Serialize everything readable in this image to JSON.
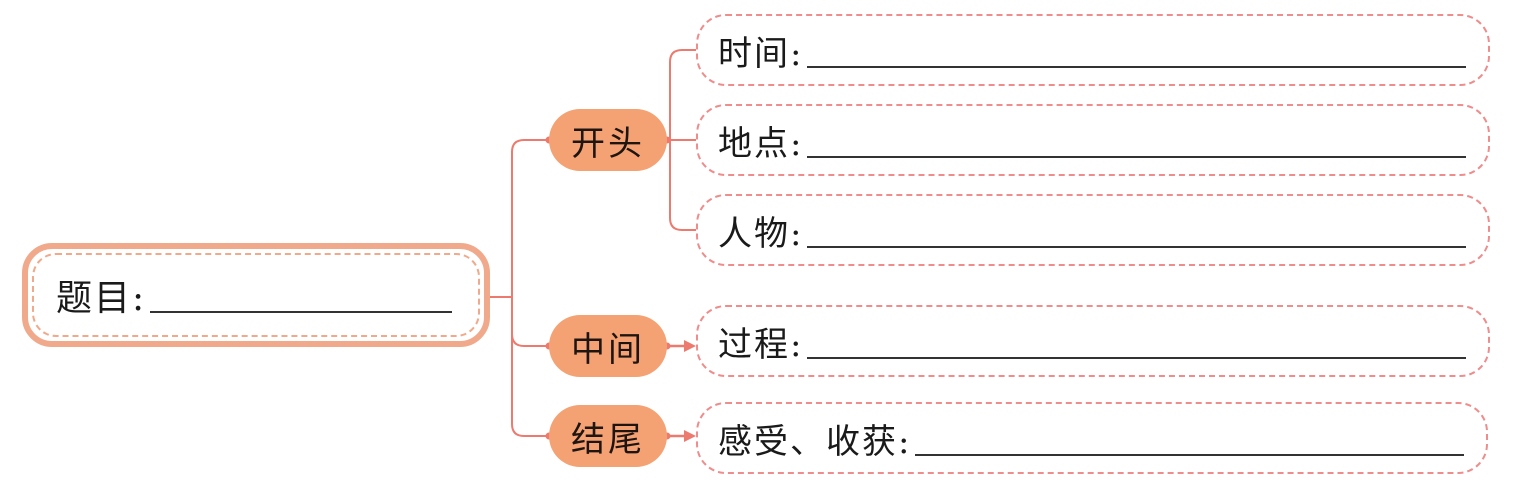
{
  "root": {
    "label": "题目:"
  },
  "sections": [
    {
      "key": "opening",
      "label": "开头",
      "items": [
        {
          "label": "时间:"
        },
        {
          "label": "地点:"
        },
        {
          "label": "人物:"
        }
      ]
    },
    {
      "key": "middle",
      "label": "中间",
      "items": [
        {
          "label": "过程:"
        }
      ]
    },
    {
      "key": "ending",
      "label": "结尾",
      "items": [
        {
          "label": "感受、收获:"
        }
      ]
    }
  ],
  "colors": {
    "pill_fill": "#f4a273",
    "connector": "#ec7a6e",
    "dashed_border": "#ef8c8c",
    "root_border": "#f0a98a"
  }
}
